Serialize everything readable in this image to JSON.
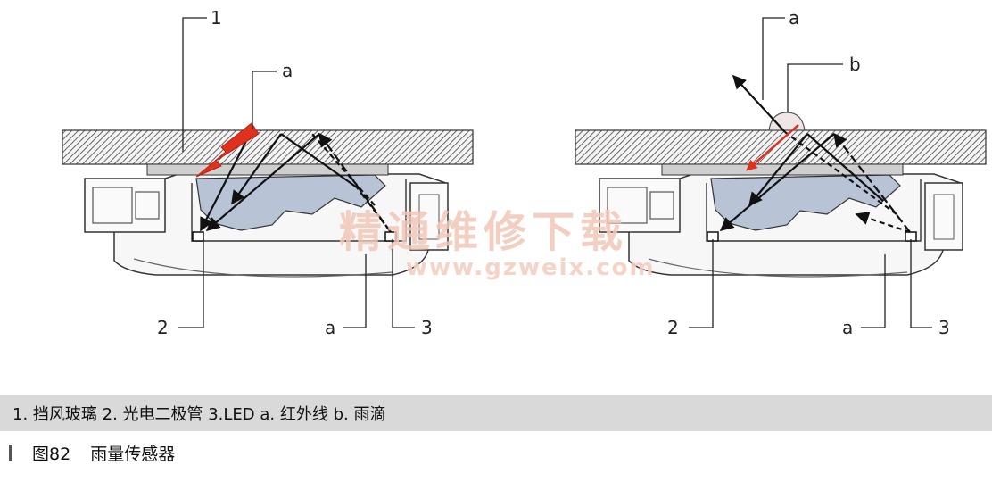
{
  "left_diagram": {
    "labels": {
      "windshield": "1",
      "ir_top": "a",
      "photodiode": "2",
      "ir_bottom": "a",
      "led": "3"
    }
  },
  "right_diagram": {
    "labels": {
      "ir_top": "a",
      "raindrop": "b",
      "photodiode": "2",
      "ir_bottom": "a",
      "led": "3"
    }
  },
  "watermark": {
    "text": "精通维修下载",
    "url": "www.gzweix.com"
  },
  "legend": {
    "text": "1. 挡风玻璃 2. 光电二极管 3.LED a. 红外线 b. 雨滴"
  },
  "caption": {
    "figure_number": "图82",
    "title": "雨量传感器"
  },
  "colors": {
    "glass_hatch": "#555555",
    "lens_fill": "#b8c3d6",
    "arrow_red": "#e0301e",
    "legend_bg": "#d9d9d9"
  }
}
